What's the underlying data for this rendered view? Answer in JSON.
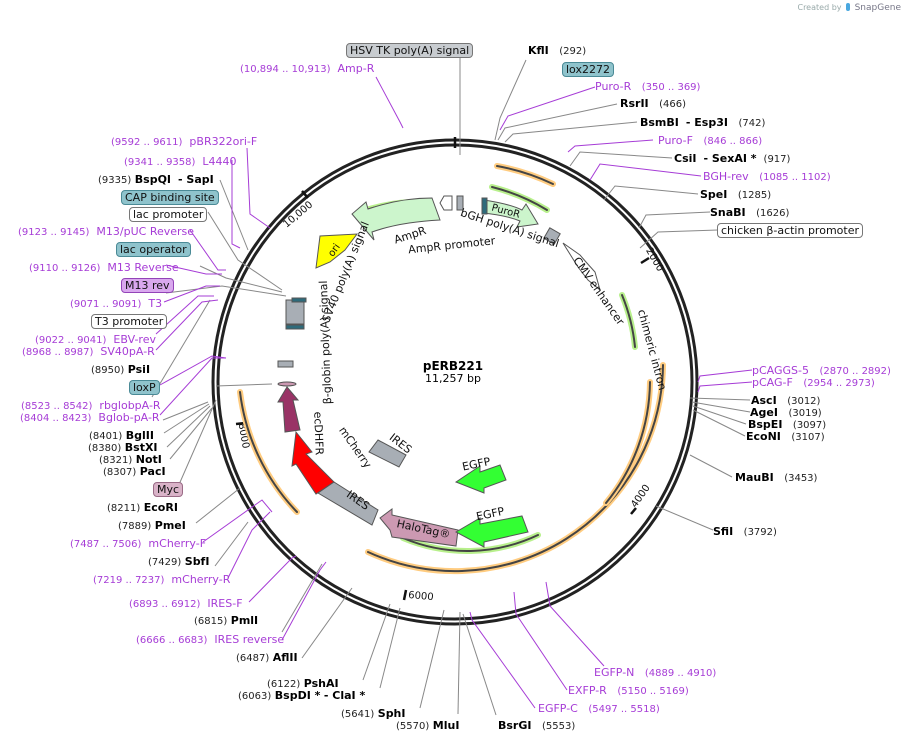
{
  "credit": {
    "created_by": "Created by",
    "brand": "SnapGene"
  },
  "plasmid": {
    "name": "pERB221",
    "size": "11,257 bp",
    "length_bp": 11257
  },
  "ticks": [
    {
      "label": "2000",
      "bp": 2000
    },
    {
      "label": "4000",
      "bp": 4000
    },
    {
      "label": "6000",
      "bp": 6000
    },
    {
      "label": "8000",
      "bp": 8000
    },
    {
      "label": "10,000",
      "bp": 10000
    }
  ],
  "enzymes": [
    {
      "name": "KflI",
      "pos": "(292)"
    },
    {
      "name": "RsrII",
      "pos": "(466)"
    },
    {
      "name": "BsmBI",
      "name2": "- Esp3I",
      "pos": "(742)"
    },
    {
      "name": "CsiI",
      "name2": "- SexAI *",
      "pos": "(917)"
    },
    {
      "name": "SpeI",
      "pos": "(1285)"
    },
    {
      "name": "SnaBI",
      "pos": "(1626)"
    },
    {
      "name": "AscI",
      "pos": "(3012)"
    },
    {
      "name": "AgeI",
      "pos": "(3019)"
    },
    {
      "name": "BspEI",
      "pos": "(3097)"
    },
    {
      "name": "EcoNI",
      "pos": "(3107)"
    },
    {
      "name": "MauBI",
      "pos": "(3453)"
    },
    {
      "name": "SfiI",
      "pos": "(3792)"
    },
    {
      "name": "BsrGI",
      "pos": "(5553)"
    },
    {
      "name": "MluI",
      "pos": "(5570)"
    },
    {
      "name": "SphI",
      "pos": "(5641)"
    },
    {
      "name": "BspDI *",
      "name2": "- ClaI *",
      "pos": "(6063)"
    },
    {
      "name": "PshAI",
      "pos": "(6122)"
    },
    {
      "name": "AflII",
      "pos": "(6487)"
    },
    {
      "name": "PmlI",
      "pos": "(6815)"
    },
    {
      "name": "SbfI",
      "pos": "(7429)"
    },
    {
      "name": "PmeI",
      "pos": "(7889)"
    },
    {
      "name": "EcoRI",
      "pos": "(8211)"
    },
    {
      "name": "PacI",
      "pos": "(8307)"
    },
    {
      "name": "NotI",
      "pos": "(8321)"
    },
    {
      "name": "BstXI",
      "pos": "(8380)"
    },
    {
      "name": "BglII",
      "pos": "(8401)"
    },
    {
      "name": "PsiI",
      "pos": "(8950)"
    },
    {
      "name": "BspQI",
      "name2": "- SapI",
      "pos": "(9335)"
    }
  ],
  "primers": [
    {
      "name": "Amp-R",
      "pos": "(10,894 .. 10,913)"
    },
    {
      "name": "Puro-R",
      "pos": "(350 .. 369)"
    },
    {
      "name": "Puro-F",
      "pos": "(846 .. 866)"
    },
    {
      "name": "BGH-rev",
      "pos": "(1085 .. 1102)"
    },
    {
      "name": "pCAGGS-5",
      "pos": "(2870 .. 2892)"
    },
    {
      "name": "pCAG-F",
      "pos": "(2954 .. 2973)"
    },
    {
      "name": "EGFP-N",
      "pos": "(4889 .. 4910)"
    },
    {
      "name": "EXFP-R",
      "pos": "(5150 .. 5169)"
    },
    {
      "name": "EGFP-C",
      "pos": "(5497 .. 5518)"
    },
    {
      "name": "IRES reverse",
      "pos": "(6666 .. 6683)"
    },
    {
      "name": "IRES-F",
      "pos": "(6893 .. 6912)"
    },
    {
      "name": "mCherry-R",
      "pos": "(7219 .. 7237)"
    },
    {
      "name": "mCherry-F",
      "pos": "(7487 .. 7506)"
    },
    {
      "name": "Bglob-pA-R",
      "pos": "(8404 .. 8423)"
    },
    {
      "name": "rbglobpA-R",
      "pos": "(8523 .. 8542)"
    },
    {
      "name": "SV40pA-R",
      "pos": "(8968 .. 8987)"
    },
    {
      "name": "EBV-rev",
      "pos": "(9022 .. 9041)"
    },
    {
      "name": "T3",
      "pos": "(9071 .. 9091)"
    },
    {
      "name": "M13 Reverse",
      "pos": "(9110 .. 9126)"
    },
    {
      "name": "M13/pUC Reverse",
      "pos": "(9123 .. 9145)"
    },
    {
      "name": "L4440",
      "pos": "(9341 .. 9358)"
    },
    {
      "name": "pBR322ori-F",
      "pos": "(9592 .. 9611)"
    }
  ],
  "feature_labels": [
    {
      "name": "HSV TK poly(A) signal",
      "style": "gray"
    },
    {
      "name": "lox2272",
      "style": "teal"
    },
    {
      "name": "chicken β-actin promoter",
      "style": "white"
    },
    {
      "name": "CAP binding site",
      "style": "teal"
    },
    {
      "name": "lac promoter",
      "style": "white"
    },
    {
      "name": "lac operator",
      "style": "teal"
    },
    {
      "name": "M13 rev",
      "style": "violet"
    },
    {
      "name": "T3 promoter",
      "style": "white"
    },
    {
      "name": "loxP",
      "style": "teal"
    },
    {
      "name": "Myc",
      "style": "pink"
    }
  ],
  "inner_features": {
    "ampr": "AmpR",
    "ampr_promoter": "AmpR promoter",
    "bgh": "bGH poly(A) signal",
    "puror": "PuroR",
    "ori": "ori",
    "sv40": "SV40 poly(A) signal",
    "cmv": "CMV enhancer",
    "chimeric_intron": "chimeric intron",
    "bglobin": "β-globin poly(A) signal",
    "ecdhfr": "ecDHFR",
    "mcherry": "mCherry",
    "ires1": "IRES",
    "ires2": "IRES",
    "halotag": "HaloTag®",
    "egfp1": "EGFP",
    "egfp2": "EGFP"
  },
  "colors": {
    "backbone": "#222222",
    "primer": "#a63cd6",
    "ampr": "#ccf5cc",
    "puror": "#ccf5cc",
    "ori": "#ffff00",
    "egfp": "#33ff33",
    "mcherry": "#ff0000",
    "ecdhfr": "#993366",
    "halotag": "#cc99b2",
    "ires": "#a8aeb5",
    "orf_orange": "#ffcc80",
    "orf_green": "#b8f08c"
  }
}
